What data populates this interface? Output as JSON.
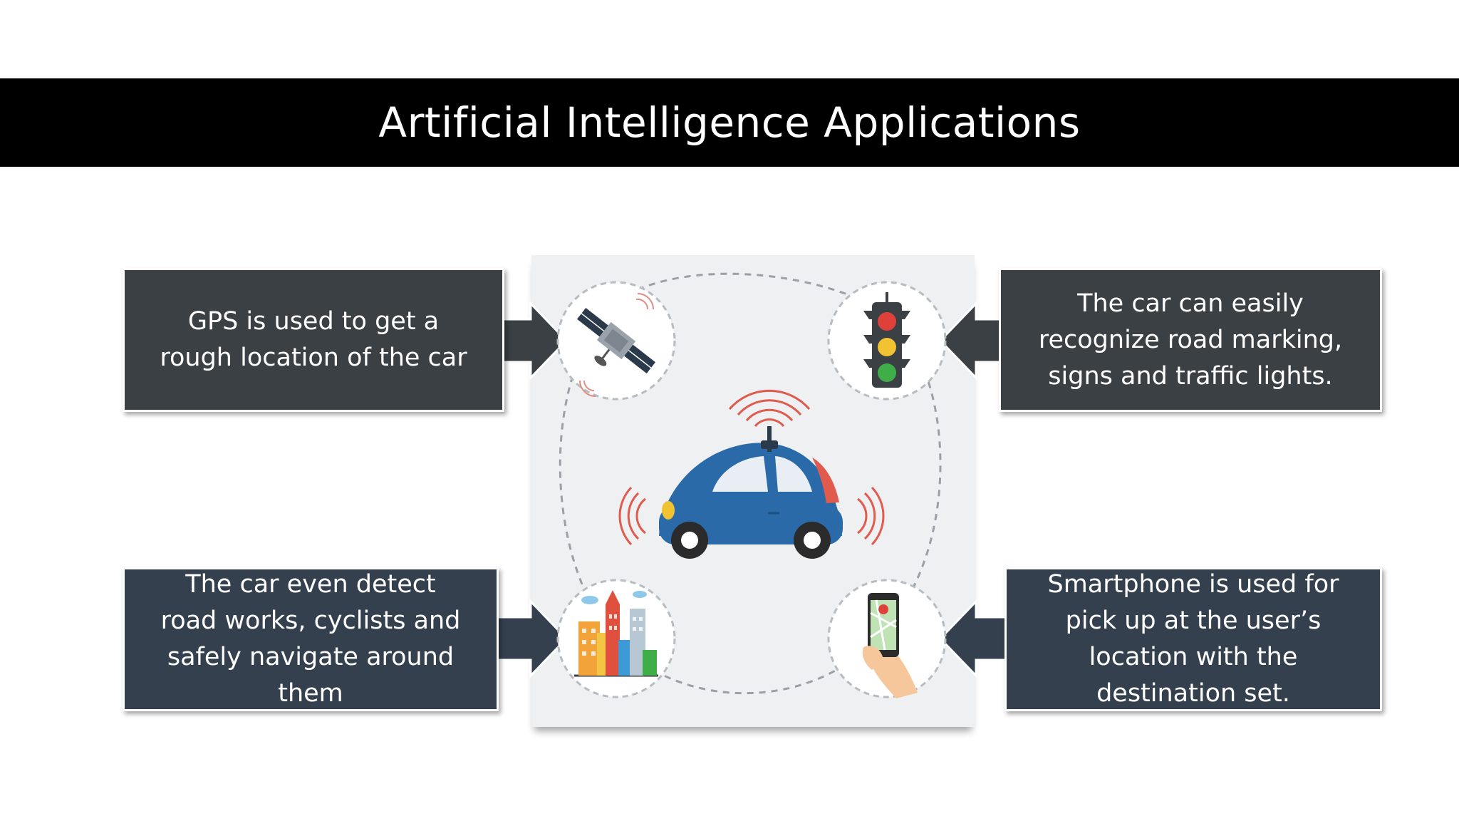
{
  "slide": {
    "title": "Artificial Intelligence Applications"
  },
  "callouts": {
    "gps": "GPS is used to get a rough location of the car",
    "traffic": "The car can easily recognize road marking, signs and traffic lights.",
    "roadworks": "The car even detect road works, cyclists and safely navigate around them",
    "smartphone": "Smartphone is used for pick up at the user’s location with the destination set."
  },
  "icons": [
    "satellite-icon",
    "traffic-light-icon",
    "city-buildings-icon",
    "smartphone-map-icon",
    "self-driving-car-icon"
  ],
  "colors": {
    "title_bar": "#000000",
    "box_dark": "#3a4043",
    "box_navy": "#35404f",
    "panel": "#eef0f2",
    "car_blue": "#2a6aa8",
    "signal_red": "#e05a4e"
  }
}
